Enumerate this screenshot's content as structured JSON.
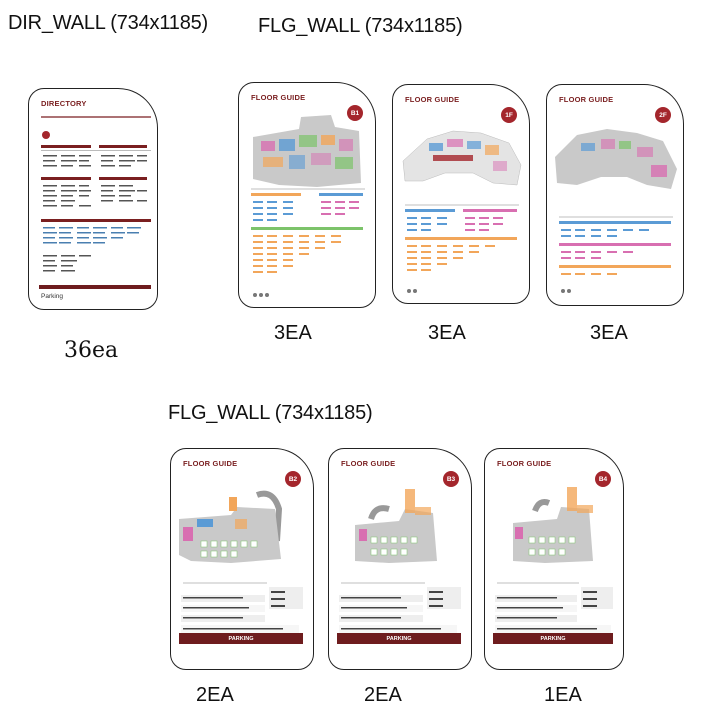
{
  "headers": {
    "dir_wall": "DIR_WALL (734x1185)",
    "flg_wall_top": "FLG_WALL (734x1185)",
    "flg_wall_bottom": "FLG_WALL (734x1185)"
  },
  "panels": {
    "directory": {
      "title": "DIRECTORY",
      "footer": "Parking",
      "qty": "36ea"
    },
    "b1": {
      "title": "FLOOR GUIDE",
      "badge": "B1",
      "qty": "3EA"
    },
    "f1": {
      "title": "FLOOR GUIDE",
      "badge": "1F",
      "qty": "3EA"
    },
    "f2": {
      "title": "FLOOR GUIDE",
      "badge": "2F",
      "qty": "3EA"
    },
    "b2": {
      "title": "FLOOR GUIDE",
      "badge": "B2",
      "bar": "PARKING",
      "qty": "2EA"
    },
    "b3": {
      "title": "FLOOR GUIDE",
      "badge": "B3",
      "bar": "PARKING",
      "qty": "2EA"
    },
    "b4": {
      "title": "FLOOR GUIDE",
      "badge": "B4",
      "bar": "PARKING",
      "qty": "1EA"
    }
  },
  "colors": {
    "brand": "#7a1f20",
    "badge": "#a4262c",
    "bar": "#6e1c1e",
    "map_blue": "#5b9bd5",
    "map_pink": "#d86fb1",
    "map_orange": "#f2a65a",
    "map_green": "#7cc36a",
    "map_gray": "#c9c9c9"
  }
}
